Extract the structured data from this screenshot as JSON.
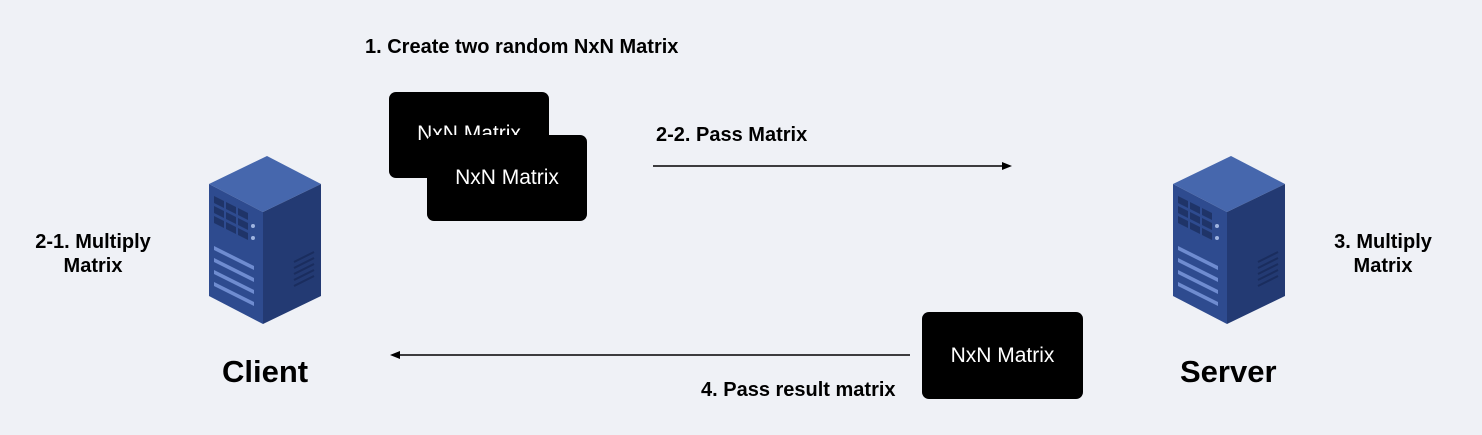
{
  "steps": {
    "create": "1. Create two random NxN Matrix",
    "pass_matrix": "2-2. Pass Matrix",
    "multiply_client_line1": "2-1. Multiply",
    "multiply_client_line2": "Matrix",
    "multiply_server_line1": "3. Multiply",
    "multiply_server_line2": "Matrix",
    "pass_result": "4. Pass result matrix"
  },
  "nodes": {
    "client": "Client",
    "server": "Server"
  },
  "matrices": {
    "back": "NxN Matrix",
    "front": "NxN Matrix",
    "result": "NxN Matrix"
  },
  "icons": {
    "client": "server-tower-icon",
    "server": "server-tower-icon"
  },
  "colors": {
    "background": "#eff1f6",
    "server_front": "#2e4b8f",
    "server_side": "#233a73",
    "server_top": "#4667ad",
    "card": "#000000"
  }
}
